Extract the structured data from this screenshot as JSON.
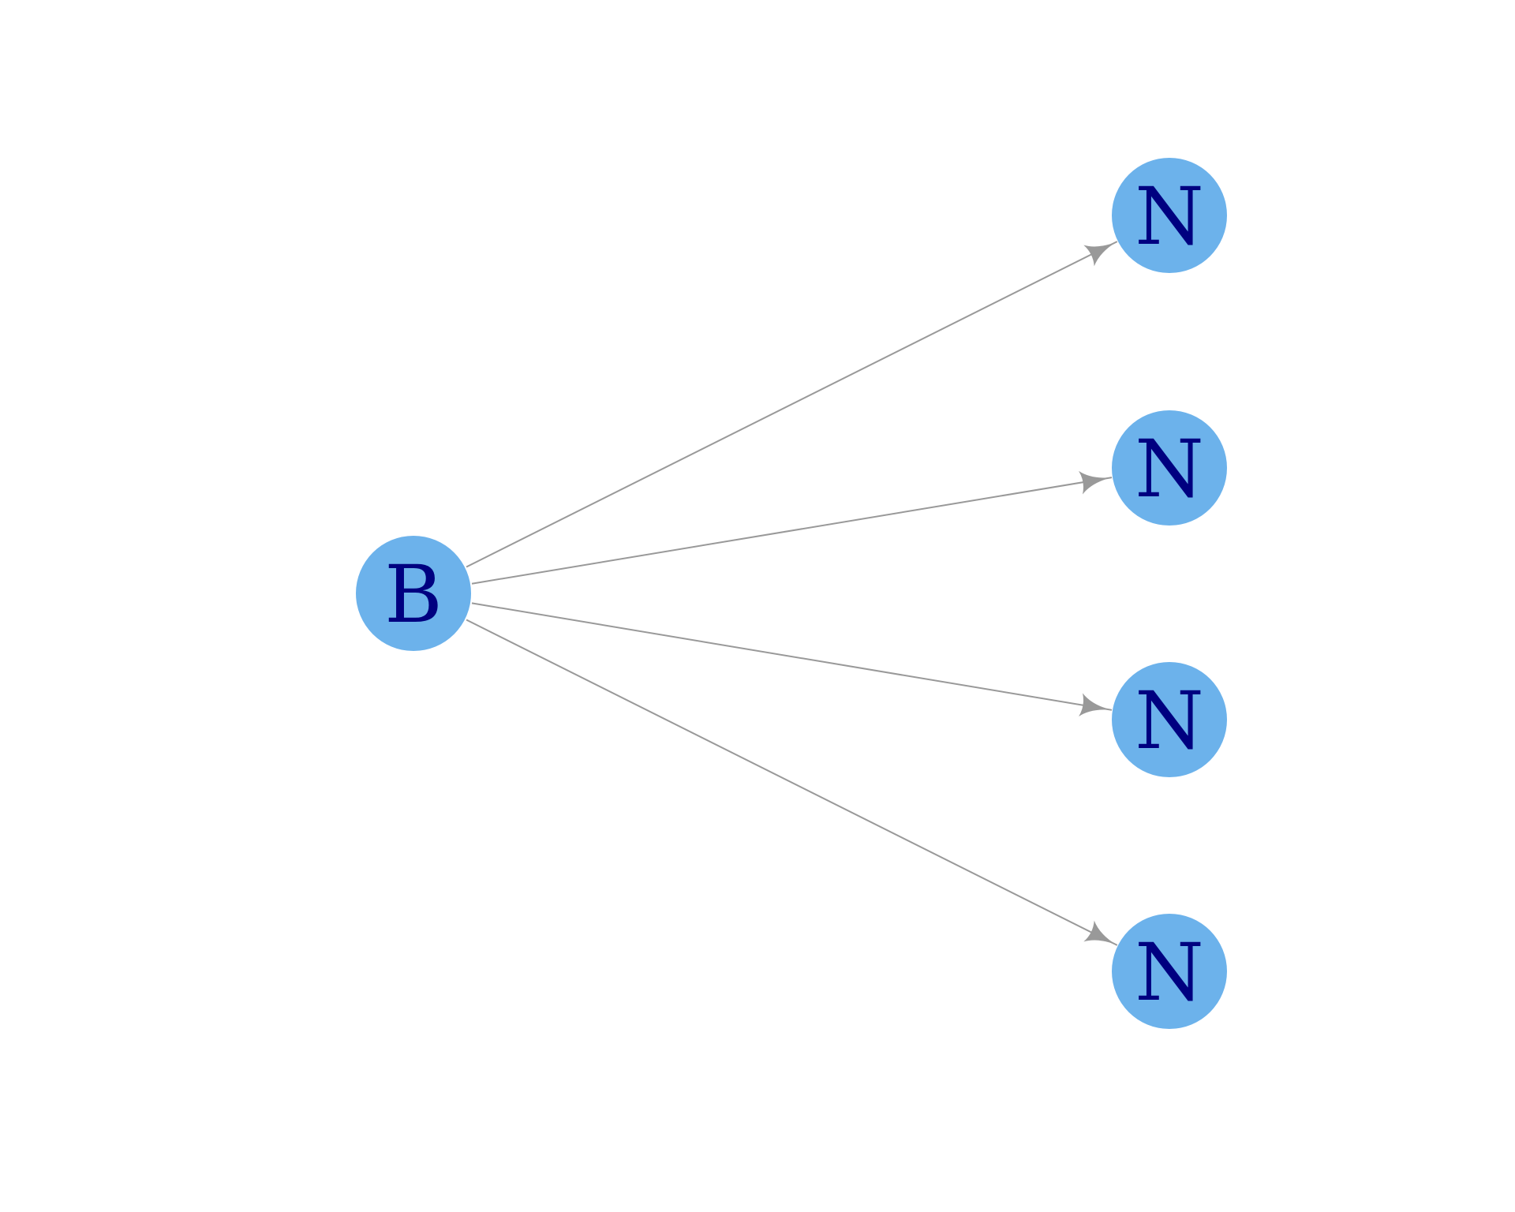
{
  "diagram": {
    "type": "directed-graph",
    "colors": {
      "node_fill": "#6cb2eb",
      "label": "#000080",
      "edge": "#999999"
    },
    "nodes": [
      {
        "id": "b",
        "label": "B"
      },
      {
        "id": "n1",
        "label": "N"
      },
      {
        "id": "n2",
        "label": "N"
      },
      {
        "id": "n3",
        "label": "N"
      },
      {
        "id": "n4",
        "label": "N"
      }
    ],
    "edges": [
      {
        "from": "b",
        "to": "n1"
      },
      {
        "from": "b",
        "to": "n2"
      },
      {
        "from": "b",
        "to": "n3"
      },
      {
        "from": "b",
        "to": "n4"
      }
    ]
  }
}
